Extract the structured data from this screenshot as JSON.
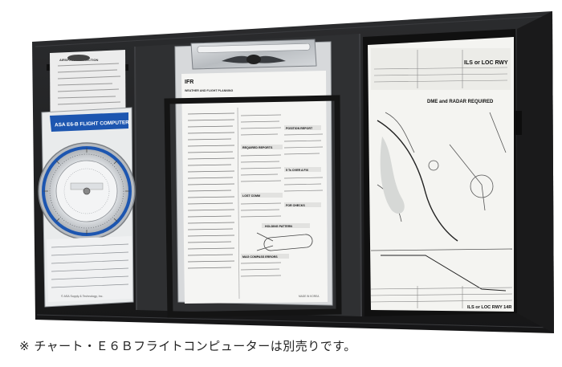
{
  "caption": "※ チャート・Ｅ６Ｂフライトコンピューターは別売りです。",
  "e6b": {
    "title": "ASA E6-B FLIGHT COMPUTER",
    "top_card_heading": "AIRSPEED CORRECTION",
    "bottom_text": "© ASA Supply & Technology, Inc."
  },
  "clipboard": {
    "header": "IFR",
    "subheader": "WEATHER AND FLIGHT PLANNING",
    "right_sections": [
      "REQUIRED REPORTS",
      "POSITION REPORT",
      "5 Ts OVER A FIX",
      "LOST COMM",
      "FOR CHECKS",
      "HOLDING PATTERN",
      "MAG COMPASS ERRORS"
    ],
    "footer": "MADE IN KOREA"
  },
  "chart": {
    "title": "ILS or LOC RWY",
    "subtitle": "DME and RADAR REQUIRED",
    "bottom_title": "ILS or LOC RWY 14R"
  },
  "colors": {
    "case": "#1b1b1c",
    "case_inner": "#2a2b2d",
    "e6b_blue": "#1d56b0",
    "metal": "#c8ccd0"
  }
}
